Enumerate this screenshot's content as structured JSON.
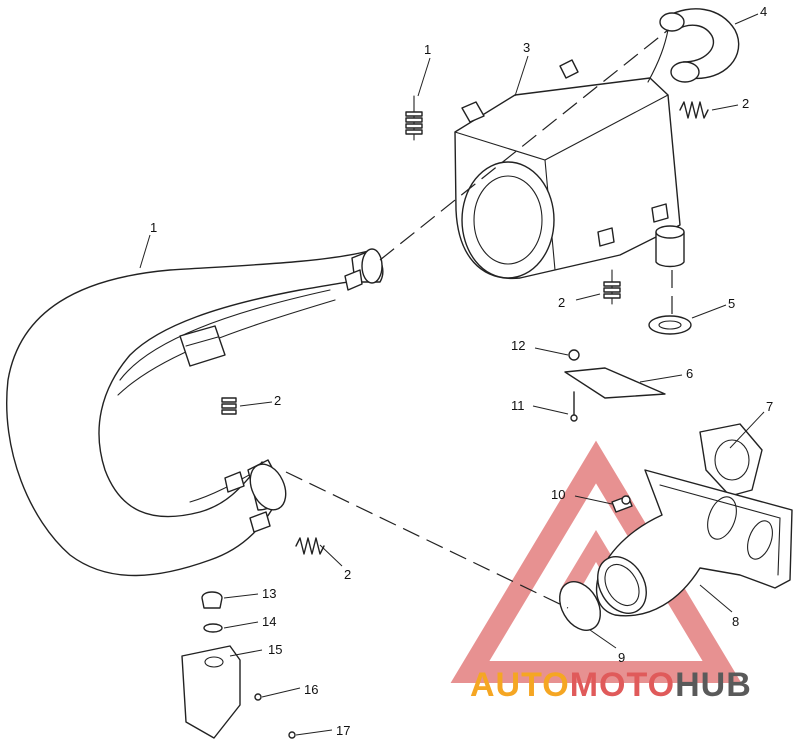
{
  "callouts": [
    "1",
    "2",
    "3",
    "4",
    "2",
    "2",
    "5",
    "12",
    "6",
    "11",
    "7",
    "10",
    "2",
    "13",
    "14",
    "15",
    "16",
    "17",
    "8",
    "9",
    "2"
  ],
  "watermark": {
    "part1": "AUTO",
    "part2": "MOTO",
    "part3": "HUB",
    "color_orange": "#f5a623",
    "color_red": "#e05a5a",
    "color_gray": "#5a5a5a"
  }
}
